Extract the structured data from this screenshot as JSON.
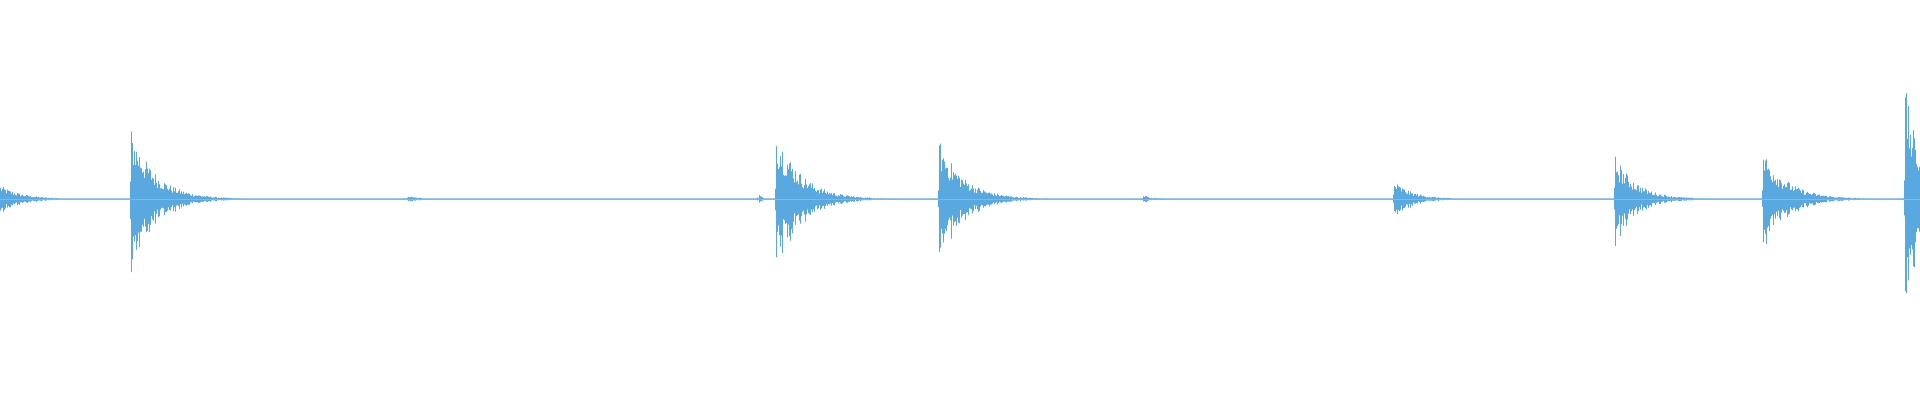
{
  "waveform": {
    "color": "#5aa8e0",
    "baseline_color": "#7db9e6",
    "events": [
      {
        "time": 0.0,
        "amplitude": 0.07,
        "decay": 0.04
      },
      {
        "time": 0.068,
        "amplitude": 0.36,
        "decay": 0.045
      },
      {
        "time": 0.212,
        "amplitude": 0.02,
        "decay": 0.02
      },
      {
        "time": 0.395,
        "amplitude": 0.03,
        "decay": 0.006
      },
      {
        "time": 0.404,
        "amplitude": 0.36,
        "decay": 0.045
      },
      {
        "time": 0.489,
        "amplitude": 0.3,
        "decay": 0.045
      },
      {
        "time": 0.595,
        "amplitude": 0.02,
        "decay": 0.02
      },
      {
        "time": 0.726,
        "amplitude": 0.09,
        "decay": 0.035
      },
      {
        "time": 0.841,
        "amplitude": 0.22,
        "decay": 0.04
      },
      {
        "time": 0.918,
        "amplitude": 0.25,
        "decay": 0.045
      },
      {
        "time": 0.992,
        "amplitude": 0.58,
        "decay": 0.03
      }
    ]
  }
}
